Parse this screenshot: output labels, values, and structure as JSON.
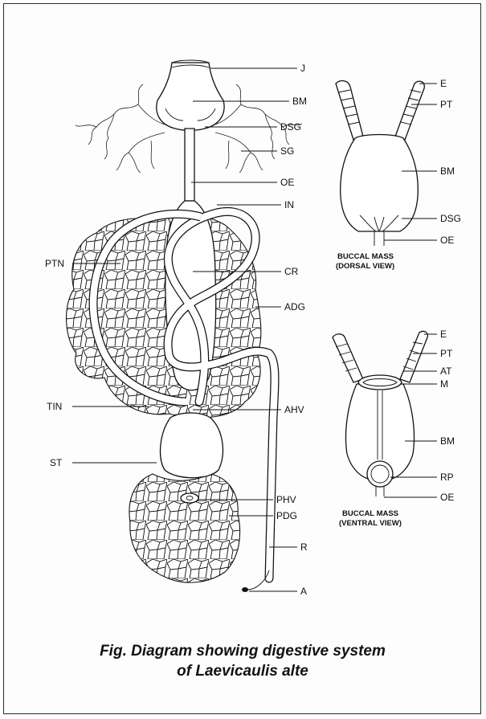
{
  "labels": {
    "J": "J",
    "BM": "BM",
    "DSG": "DSG",
    "SG": "SG",
    "OE": "OE",
    "IN": "IN",
    "PTN": "PTN",
    "CR": "CR",
    "ADG": "ADG",
    "TIN": "TIN",
    "AHV": "AHV",
    "ST": "ST",
    "PHV": "PHV",
    "PDG": "PDG",
    "R": "R",
    "A": "A",
    "E": "E",
    "PT": "PT",
    "AT": "AT",
    "M": "M",
    "RP": "RP"
  },
  "dorsal_view": {
    "title_line1": "BUCCAL MASS",
    "title_line2": "(DORSAL VIEW)"
  },
  "ventral_view": {
    "title_line1": "BUCCAL MASS",
    "title_line2": "(VENTRAL VIEW)"
  },
  "caption": {
    "line1": "Fig. Diagram showing digestive system",
    "line2": "of Laevicaulis alte"
  }
}
